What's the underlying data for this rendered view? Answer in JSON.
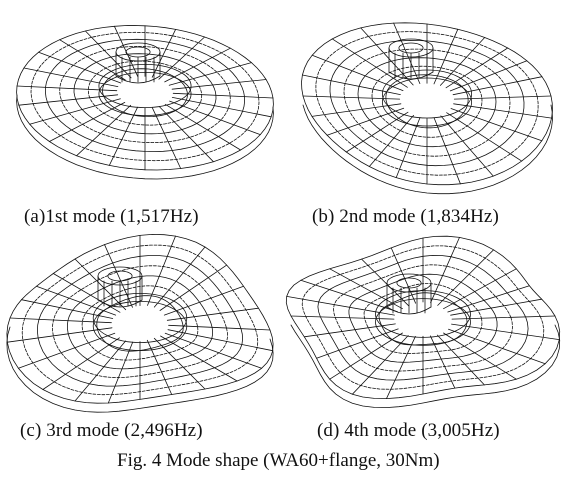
{
  "panels": [
    {
      "caption": "(a)1st mode (1,517Hz)",
      "deform": 1
    },
    {
      "caption": "(b) 2nd mode (1,834Hz)",
      "deform": 2
    },
    {
      "caption": "(c) 3rd mode (2,496Hz)",
      "deform": 3
    },
    {
      "caption": "(d) 4th mode (3,005Hz)",
      "deform": 4
    }
  ],
  "figure_caption": "Fig. 4 Mode shape (WA60+flange, 30Nm)",
  "colors": {
    "ink": "#111111",
    "background": "#ffffff"
  }
}
